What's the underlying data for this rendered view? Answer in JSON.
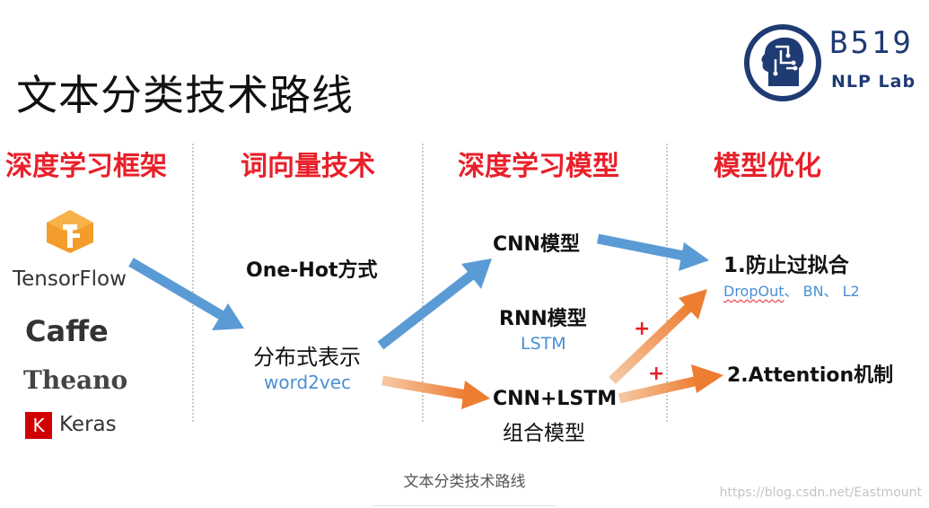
{
  "slide_title": "文本分类技术路线",
  "logo": {
    "lab_code": "B519",
    "lab_name": "NLP Lab"
  },
  "columns": {
    "col1": "深度学习框架",
    "col2": "词向量技术",
    "col3": "深度学习模型",
    "col4": "模型优化"
  },
  "frameworks": [
    "TensorFlow",
    "Caffe",
    "Theano",
    "Keras"
  ],
  "keras_badge": "K",
  "word_vectors": {
    "onehot": "One-Hot方式",
    "distributed": "分布式表示",
    "distributed_sub": "word2vec"
  },
  "models": {
    "cnn": "CNN模型",
    "rnn": "RNN模型",
    "rnn_sub": "LSTM",
    "combo_line1": "CNN+LSTM",
    "combo_line2": "组合模型"
  },
  "optimization": {
    "overfit": "1.防止过拟合",
    "overfit_sub_1": "DropOut",
    "overfit_sub_2": "、 BN、 L2",
    "attention": "2.Attention机制"
  },
  "plus_sign": "+",
  "caption": "文本分类技术路线",
  "watermark": "https://blog.csdn.net/Eastmount",
  "colors": {
    "heading": "#e8202a",
    "blue_arrow": "#5b9bd5",
    "orange_arrow": "#ed7d31",
    "sub_text": "#4a8fd4"
  }
}
